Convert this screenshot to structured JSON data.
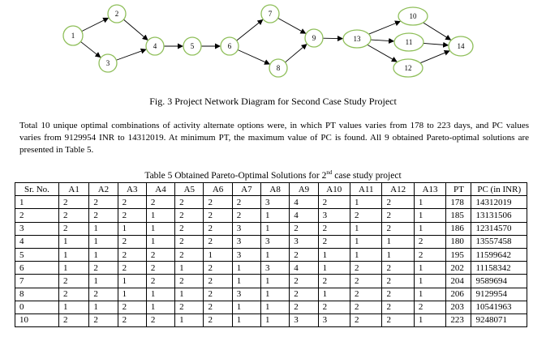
{
  "diagram": {
    "nodes": [
      "1",
      "2",
      "3",
      "4",
      "5",
      "6",
      "7",
      "8",
      "9",
      "13",
      "10",
      "11",
      "12",
      "14"
    ]
  },
  "figure_caption": "Fig. 3 Project Network Diagram for Second Case Study Project",
  "paragraph": "Total 10 unique optimal combinations of activity alternate options were, in which PT values varies from 178 to 223 days, and PC values varies from 9129954 INR to 14312019. At minimum PT, the maximum value of PC is found. All 9 obtained Pareto-optimal solutions are presented in Table 5.",
  "table_caption": {
    "prefix": "Table 5 Obtained Pareto-Optimal Solutions for 2",
    "sup": "nd",
    "suffix": " case study project"
  },
  "table": {
    "headers": [
      "Sr. No.",
      "A1",
      "A2",
      "A3",
      "A4",
      "A5",
      "A6",
      "A7",
      "A8",
      "A9",
      "A10",
      "A11",
      "A12",
      "A13",
      "PT",
      "PC (in INR)"
    ],
    "rows": [
      [
        "1",
        "2",
        "2",
        "2",
        "2",
        "2",
        "2",
        "2",
        "3",
        "4",
        "2",
        "1",
        "2",
        "1",
        "178",
        "14312019"
      ],
      [
        "2",
        "2",
        "2",
        "2",
        "1",
        "2",
        "2",
        "2",
        "1",
        "4",
        "3",
        "2",
        "2",
        "1",
        "185",
        "13131506"
      ],
      [
        "3",
        "2",
        "1",
        "1",
        "1",
        "2",
        "2",
        "3",
        "1",
        "2",
        "2",
        "1",
        "2",
        "1",
        "186",
        "12314570"
      ],
      [
        "4",
        "1",
        "1",
        "2",
        "1",
        "2",
        "2",
        "3",
        "3",
        "3",
        "2",
        "1",
        "1",
        "2",
        "180",
        "13557458"
      ],
      [
        "5",
        "1",
        "1",
        "2",
        "2",
        "2",
        "1",
        "3",
        "1",
        "2",
        "1",
        "1",
        "1",
        "2",
        "195",
        "11599642"
      ],
      [
        "6",
        "1",
        "2",
        "2",
        "2",
        "1",
        "2",
        "1",
        "3",
        "4",
        "1",
        "2",
        "2",
        "1",
        "202",
        "11158342"
      ],
      [
        "7",
        "2",
        "1",
        "1",
        "2",
        "2",
        "2",
        "1",
        "1",
        "2",
        "2",
        "2",
        "2",
        "1",
        "204",
        "9589694"
      ],
      [
        "8",
        "2",
        "2",
        "1",
        "1",
        "1",
        "2",
        "3",
        "1",
        "2",
        "1",
        "2",
        "2",
        "1",
        "206",
        "9129954"
      ],
      [
        "0",
        "1",
        "1",
        "2",
        "1",
        "2",
        "2",
        "1",
        "1",
        "2",
        "2",
        "2",
        "2",
        "2",
        "203",
        "10541963"
      ],
      [
        "10",
        "2",
        "2",
        "2",
        "2",
        "1",
        "2",
        "1",
        "1",
        "3",
        "3",
        "2",
        "2",
        "1",
        "223",
        "9248071"
      ]
    ]
  }
}
